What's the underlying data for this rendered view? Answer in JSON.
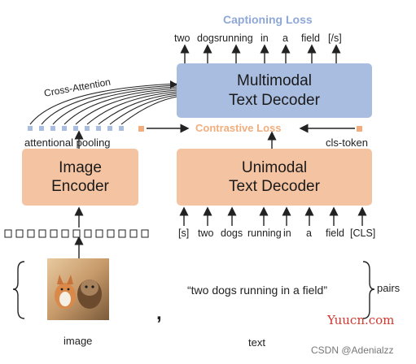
{
  "captioning_loss": "Captioning Loss",
  "output_tokens": [
    "two",
    "dogs",
    "running",
    "in",
    "a",
    "field",
    "[/s]"
  ],
  "multimodal_decoder": "Multimodal\nText Decoder",
  "cross_attention": "Cross-Attention",
  "contrastive_loss": "Contrastive Loss",
  "attentional_pooling": "attentional pooling",
  "cls_token": "cls-token",
  "image_encoder": "Image\nEncoder",
  "unimodal_decoder": "Unimodal\nText Decoder",
  "input_tokens": [
    "[s]",
    "two",
    "dogs",
    "running",
    "in",
    "a",
    "field",
    "[CLS]"
  ],
  "image_caption": "“two dogs running in a field”",
  "pairs_label": "pairs",
  "image_label": "image",
  "text_label": "text",
  "comma": ",",
  "watermark_site": "Yuucn.com",
  "watermark_author": "CSDN @Adenialzz",
  "colors": {
    "multimodal_box": "#a9bde0",
    "peach_box": "#f4c3a1",
    "captioning_title": "#8ea7d8",
    "contrastive_title": "#f2ad7d",
    "token_square_blue": "#a9bde0",
    "token_square_peach": "#f2ad7d"
  }
}
